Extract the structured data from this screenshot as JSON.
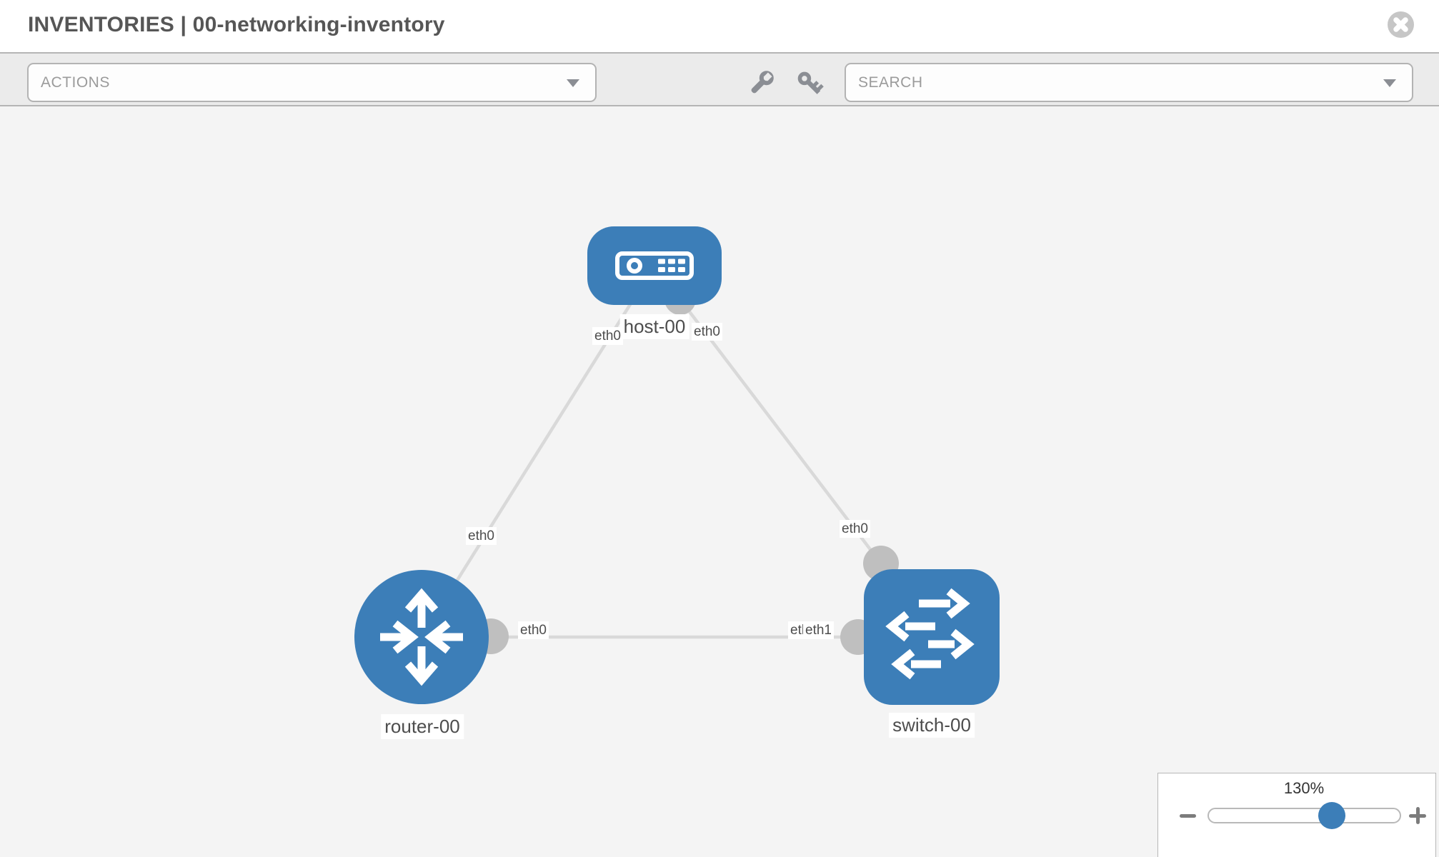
{
  "window": {
    "title": "INVENTORIES | 00-networking-inventory"
  },
  "toolbar": {
    "actions_placeholder": "ACTIONS",
    "search_placeholder": "SEARCH"
  },
  "icons": {
    "close": "circle-x",
    "actions_caret": "triangle-down",
    "search_caret": "triangle-down",
    "wrench": "wrench",
    "key": "key",
    "host_node": "server",
    "router_node": "crossing-arrows",
    "switch_node": "exchange-arrows",
    "zoom_out": "minus",
    "zoom_in": "plus"
  },
  "colors": {
    "node_blue": "#3c7eb8",
    "link_gray": "#d9d9d9",
    "connector_gray": "#bfbfbf",
    "toolbar_bg": "#ebebeb",
    "canvas_bg": "#f4f4f4",
    "border_gray": "#b7b7b7"
  },
  "diagram": {
    "nodes": [
      {
        "id": "host-00",
        "type": "host",
        "label": "host-00"
      },
      {
        "id": "router-00",
        "type": "router",
        "label": "router-00"
      },
      {
        "id": "switch-00",
        "type": "switch",
        "label": "switch-00"
      }
    ],
    "links": [
      {
        "source": "host-00",
        "target": "router-00",
        "source_interface": "eth0",
        "target_interface": "eth0"
      },
      {
        "source": "host-00",
        "target": "switch-00",
        "source_interface": "eth0",
        "target_interface": "eth0"
      },
      {
        "source": "router-00",
        "target": "switch-00",
        "source_interface": "eth0",
        "target_interface": "eth1"
      }
    ],
    "interface_labels": {
      "host_router_host_end": "eth0",
      "host_router_router_end": "eth0",
      "host_switch_host_end": "eth0",
      "host_switch_switch_end": "eth0",
      "router_switch_router_end": "eth0",
      "router_switch_switch_end_back": "eth0",
      "router_switch_switch_end_front": "eth1"
    }
  },
  "zoom_control": {
    "value": "130%"
  }
}
